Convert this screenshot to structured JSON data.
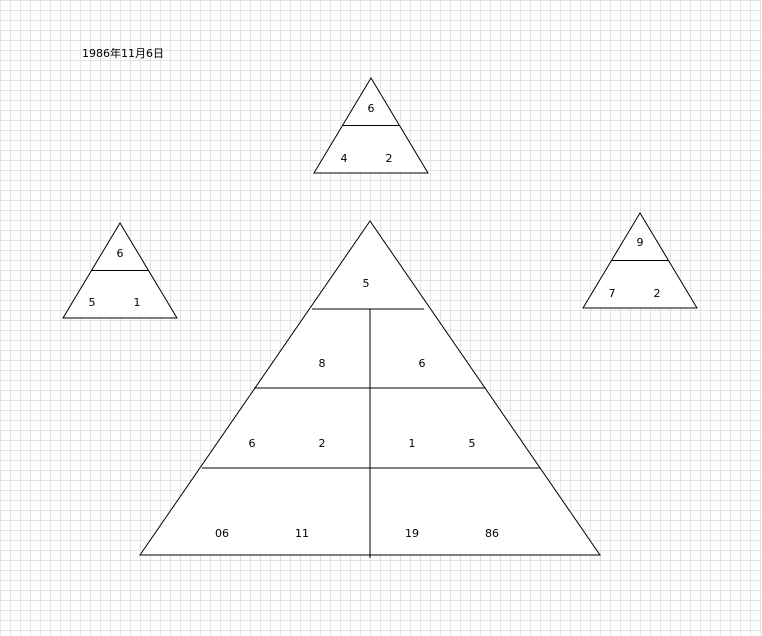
{
  "date_label": "1986年11月6日",
  "triangles": {
    "top": {
      "apex": "6",
      "left": "4",
      "right": "2"
    },
    "left": {
      "apex": "6",
      "left": "5",
      "right": "1"
    },
    "right": {
      "apex": "9",
      "left": "7",
      "right": "2"
    },
    "main": {
      "row1": [
        "5"
      ],
      "row2": [
        "8",
        "6"
      ],
      "row3": [
        "6",
        "2",
        "1",
        "5"
      ],
      "row4": [
        "06",
        "11",
        "19",
        "86"
      ]
    }
  }
}
